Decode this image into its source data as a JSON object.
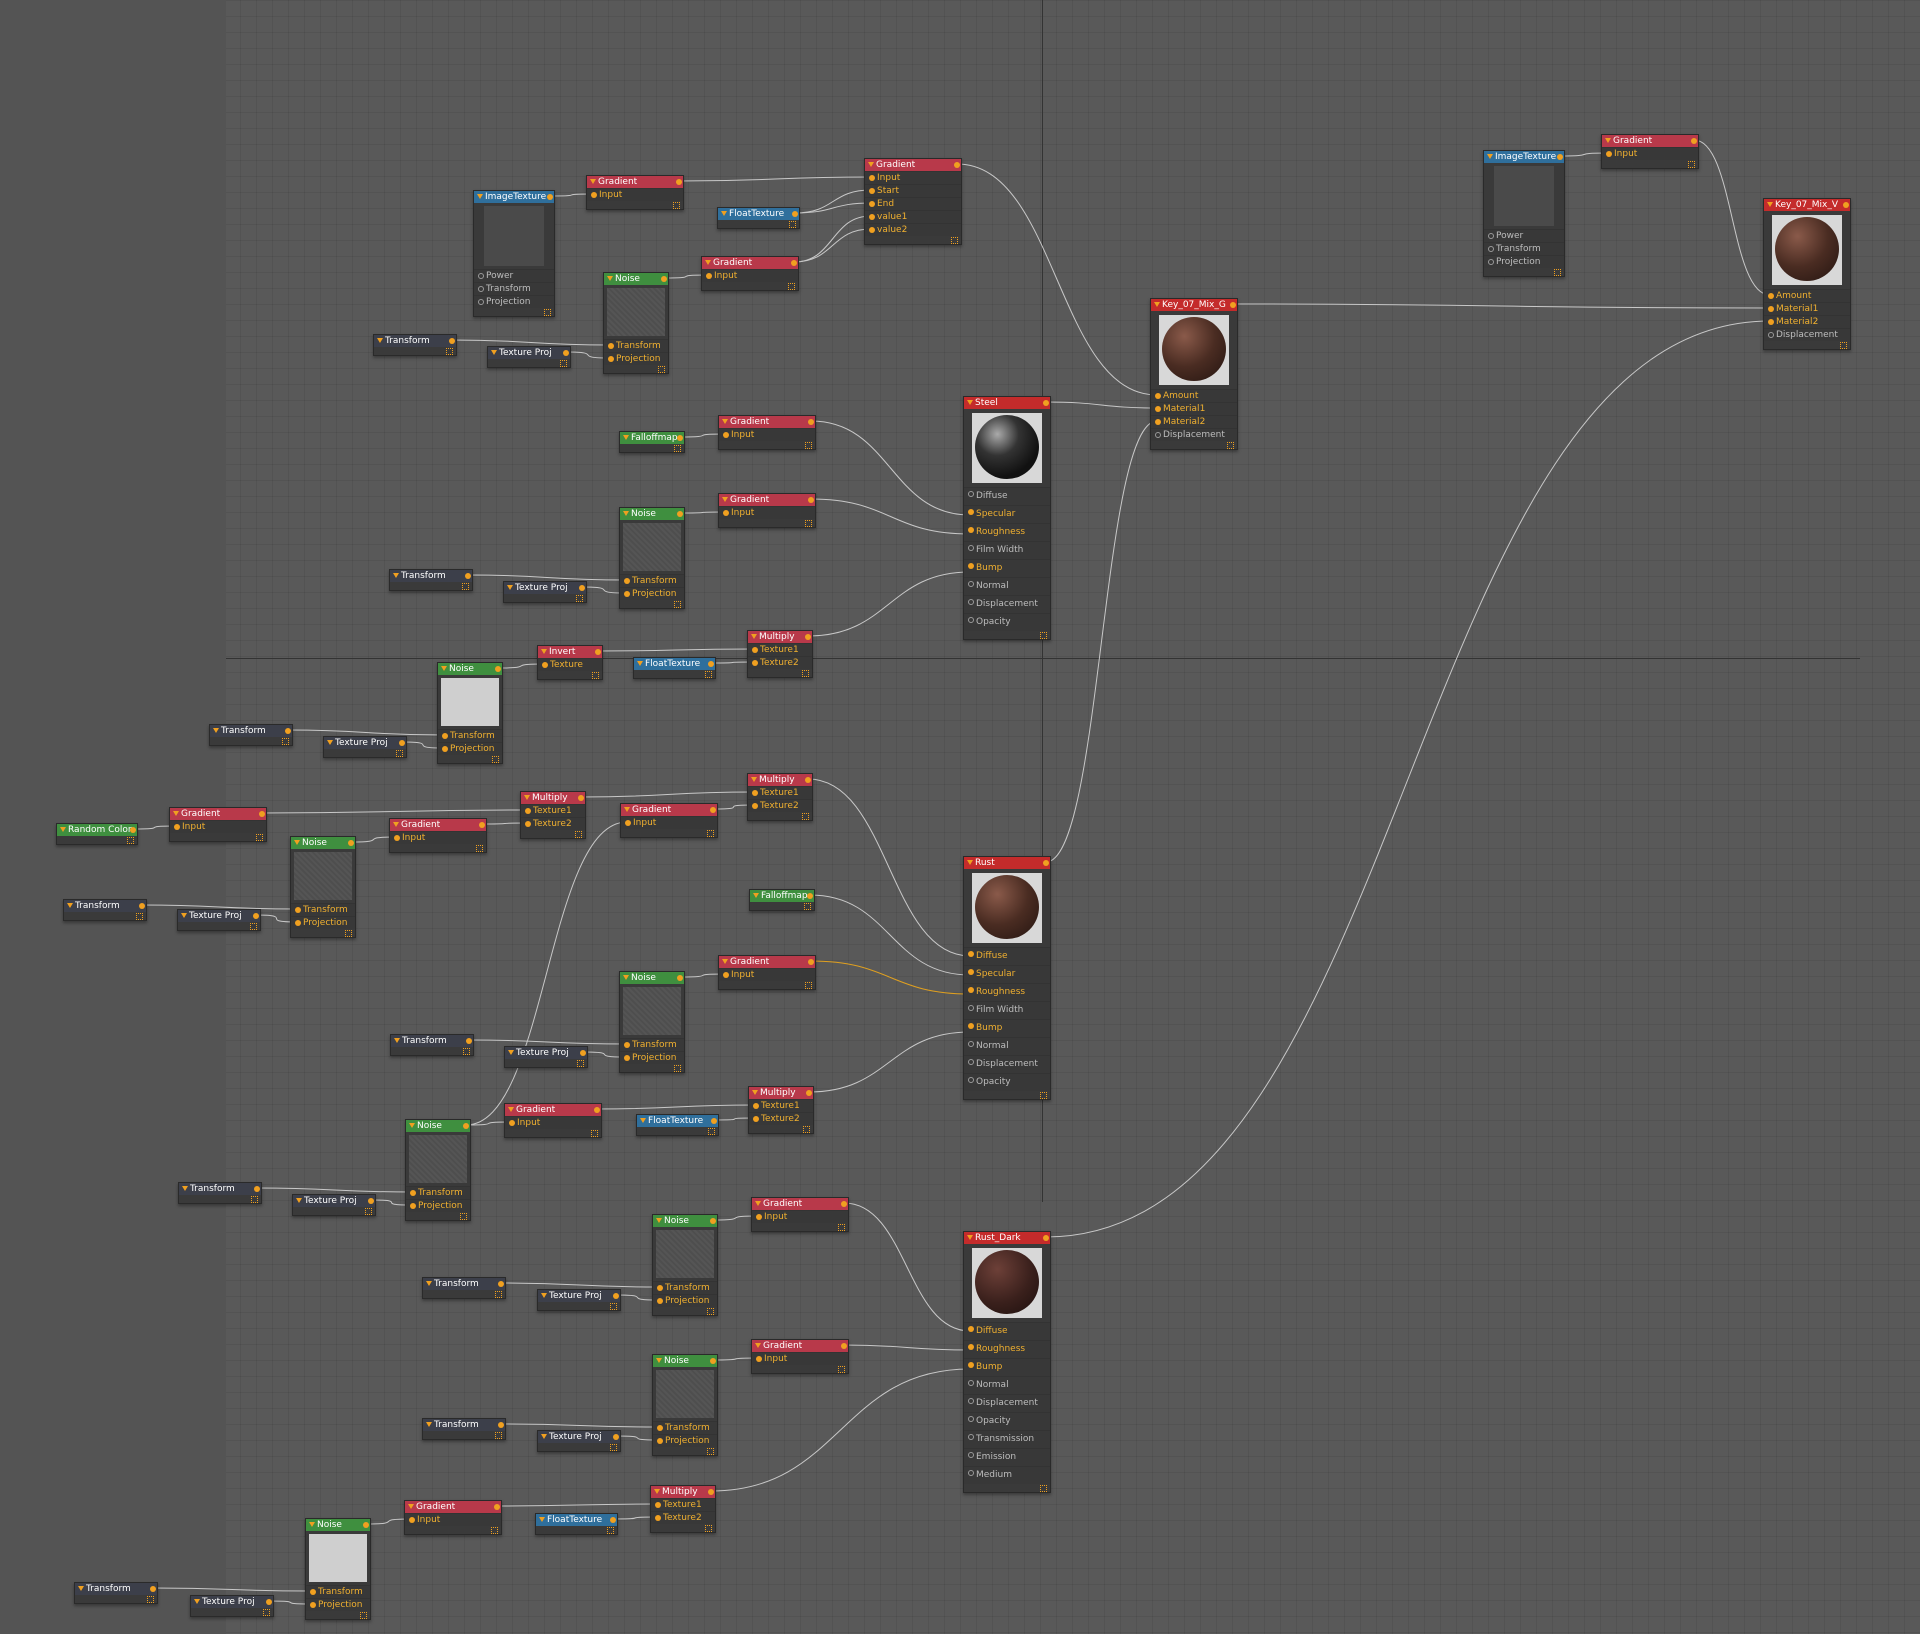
{
  "app": {
    "title": "Material Node Editor"
  },
  "nodes": [
    {
      "id": "imgtex1",
      "label": "ImageTexture",
      "color": "blue",
      "ports": [
        {
          "label": "Power",
          "off": true
        },
        {
          "label": "Transform",
          "off": true
        },
        {
          "label": "Projection",
          "off": true
        }
      ],
      "preview": "image"
    },
    {
      "id": "grad1",
      "label": "Gradient",
      "color": "red",
      "ports": [
        {
          "label": "Input"
        }
      ]
    },
    {
      "id": "floattex1",
      "label": "FloatTexture",
      "color": "blue",
      "ports": []
    },
    {
      "id": "grad2",
      "label": "Gradient",
      "color": "red",
      "ports": [
        {
          "label": "Input"
        },
        {
          "label": "Start"
        },
        {
          "label": "End"
        },
        {
          "label": "value1"
        },
        {
          "label": "value2"
        }
      ]
    },
    {
      "id": "grad3",
      "label": "Gradient",
      "color": "red",
      "ports": [
        {
          "label": "Input"
        }
      ]
    },
    {
      "id": "noise1",
      "label": "Noise",
      "color": "green",
      "ports": [
        {
          "label": "Transform"
        },
        {
          "label": "Projection"
        }
      ],
      "preview": "noise"
    },
    {
      "id": "transform1",
      "label": "Transform",
      "color": "dark",
      "ports": []
    },
    {
      "id": "texproj1",
      "label": "Texture Proj",
      "color": "dark",
      "ports": []
    },
    {
      "id": "falloff1",
      "label": "Falloffmap",
      "color": "green",
      "ports": []
    },
    {
      "id": "grad4",
      "label": "Gradient",
      "color": "red",
      "ports": [
        {
          "label": "Input"
        }
      ]
    },
    {
      "id": "grad5",
      "label": "Gradient",
      "color": "red",
      "ports": [
        {
          "label": "Input"
        }
      ]
    },
    {
      "id": "noise2",
      "label": "Noise",
      "color": "green",
      "ports": [
        {
          "label": "Transform"
        },
        {
          "label": "Projection"
        }
      ],
      "preview": "noise"
    },
    {
      "id": "transform2",
      "label": "Transform",
      "color": "dark",
      "ports": []
    },
    {
      "id": "texproj2",
      "label": "Texture Proj",
      "color": "dark",
      "ports": []
    },
    {
      "id": "steel",
      "label": "Steel",
      "color": "mat",
      "sphere": "steel",
      "ports": [
        {
          "label": "Diffuse",
          "off": true
        },
        {
          "label": "Specular"
        },
        {
          "label": "Roughness"
        },
        {
          "label": "Film Width",
          "off": true
        },
        {
          "label": "Bump"
        },
        {
          "label": "Normal",
          "off": true
        },
        {
          "label": "Displacement",
          "off": true
        },
        {
          "label": "Opacity",
          "off": true
        }
      ]
    },
    {
      "id": "mult1",
      "label": "Multiply",
      "color": "red",
      "ports": [
        {
          "label": "Texture1"
        },
        {
          "label": "Texture2"
        }
      ]
    },
    {
      "id": "invert1",
      "label": "Invert",
      "color": "red",
      "ports": [
        {
          "label": "Texture"
        }
      ]
    },
    {
      "id": "floattex2",
      "label": "FloatTexture",
      "color": "blue",
      "ports": []
    },
    {
      "id": "noise3",
      "label": "Noise",
      "color": "green",
      "ports": [
        {
          "label": "Transform"
        },
        {
          "label": "Projection"
        }
      ],
      "preview": "white"
    },
    {
      "id": "transform3",
      "label": "Transform",
      "color": "dark",
      "ports": []
    },
    {
      "id": "texproj3",
      "label": "Texture Proj",
      "color": "dark",
      "ports": []
    },
    {
      "id": "mixg",
      "label": "Key_07_Mix_G",
      "color": "mat",
      "sphere": "rust",
      "ports": [
        {
          "label": "Amount"
        },
        {
          "label": "Material1"
        },
        {
          "label": "Material2"
        },
        {
          "label": "Displacement",
          "off": true
        }
      ]
    },
    {
      "id": "imgtex2",
      "label": "ImageTexture",
      "color": "blue",
      "ports": [
        {
          "label": "Power",
          "off": true
        },
        {
          "label": "Transform",
          "off": true
        },
        {
          "label": "Projection",
          "off": true
        }
      ],
      "preview": "image"
    },
    {
      "id": "grad6",
      "label": "Gradient",
      "color": "red",
      "ports": [
        {
          "label": "Input"
        }
      ]
    },
    {
      "id": "mixv",
      "label": "Key_07_Mix_V",
      "color": "mat",
      "sphere": "rust",
      "ports": [
        {
          "label": "Amount"
        },
        {
          "label": "Material1"
        },
        {
          "label": "Material2"
        },
        {
          "label": "Displacement",
          "off": true
        }
      ]
    },
    {
      "id": "randcol",
      "label": "Random Color",
      "color": "green",
      "ports": []
    },
    {
      "id": "grad7",
      "label": "Gradient",
      "color": "red",
      "ports": [
        {
          "label": "Input"
        }
      ]
    },
    {
      "id": "noise4",
      "label": "Noise",
      "color": "green",
      "ports": [
        {
          "label": "Transform"
        },
        {
          "label": "Projection"
        }
      ],
      "preview": "noise"
    },
    {
      "id": "transform4",
      "label": "Transform",
      "color": "dark",
      "ports": []
    },
    {
      "id": "texproj4",
      "label": "Texture Proj",
      "color": "dark",
      "ports": []
    },
    {
      "id": "grad8",
      "label": "Gradient",
      "color": "red",
      "ports": [
        {
          "label": "Input"
        }
      ]
    },
    {
      "id": "mult2",
      "label": "Multiply",
      "color": "red",
      "ports": [
        {
          "label": "Texture1"
        },
        {
          "label": "Texture2"
        }
      ]
    },
    {
      "id": "grad9",
      "label": "Gradient",
      "color": "red",
      "ports": [
        {
          "label": "Input"
        }
      ]
    },
    {
      "id": "mult3",
      "label": "Multiply",
      "color": "red",
      "ports": [
        {
          "label": "Texture1"
        },
        {
          "label": "Texture2"
        }
      ]
    },
    {
      "id": "falloff2",
      "label": "Falloffmap",
      "color": "green",
      "ports": []
    },
    {
      "id": "rust",
      "label": "Rust",
      "color": "mat",
      "sphere": "rust",
      "ports": [
        {
          "label": "Diffuse"
        },
        {
          "label": "Specular"
        },
        {
          "label": "Roughness"
        },
        {
          "label": "Film Width",
          "off": true
        },
        {
          "label": "Bump"
        },
        {
          "label": "Normal",
          "off": true
        },
        {
          "label": "Displacement",
          "off": true
        },
        {
          "label": "Opacity",
          "off": true
        }
      ]
    },
    {
      "id": "grad10",
      "label": "Gradient",
      "color": "red",
      "ports": [
        {
          "label": "Input"
        }
      ]
    },
    {
      "id": "noise5",
      "label": "Noise",
      "color": "green",
      "ports": [
        {
          "label": "Transform"
        },
        {
          "label": "Projection"
        }
      ],
      "preview": "noise"
    },
    {
      "id": "transform5",
      "label": "Transform",
      "color": "dark",
      "ports": []
    },
    {
      "id": "texproj5",
      "label": "Texture Proj",
      "color": "dark",
      "ports": []
    },
    {
      "id": "grad11",
      "label": "Gradient",
      "color": "red",
      "ports": [
        {
          "label": "Input"
        }
      ]
    },
    {
      "id": "floattex3",
      "label": "FloatTexture",
      "color": "blue",
      "ports": []
    },
    {
      "id": "mult4",
      "label": "Multiply",
      "color": "red",
      "ports": [
        {
          "label": "Texture1"
        },
        {
          "label": "Texture2"
        }
      ]
    },
    {
      "id": "noise6",
      "label": "Noise",
      "color": "green",
      "ports": [
        {
          "label": "Transform"
        },
        {
          "label": "Projection"
        }
      ],
      "preview": "noise"
    },
    {
      "id": "transform6",
      "label": "Transform",
      "color": "dark",
      "ports": []
    },
    {
      "id": "texproj6",
      "label": "Texture Proj",
      "color": "dark",
      "ports": []
    },
    {
      "id": "noise7",
      "label": "Noise",
      "color": "green",
      "ports": [
        {
          "label": "Transform"
        },
        {
          "label": "Projection"
        }
      ],
      "preview": "noise"
    },
    {
      "id": "grad12",
      "label": "Gradient",
      "color": "red",
      "ports": [
        {
          "label": "Input"
        }
      ]
    },
    {
      "id": "transform7",
      "label": "Transform",
      "color": "dark",
      "ports": []
    },
    {
      "id": "texproj7",
      "label": "Texture Proj",
      "color": "dark",
      "ports": []
    },
    {
      "id": "rustdark",
      "label": "Rust_Dark",
      "color": "mat",
      "sphere": "dark",
      "ports": [
        {
          "label": "Diffuse"
        },
        {
          "label": "Roughness"
        },
        {
          "label": "Bump"
        },
        {
          "label": "Normal",
          "off": true
        },
        {
          "label": "Displacement",
          "off": true
        },
        {
          "label": "Opacity",
          "off": true
        },
        {
          "label": "Transmission",
          "off": true
        },
        {
          "label": "Emission",
          "off": true
        },
        {
          "label": "Medium",
          "off": true
        }
      ]
    },
    {
      "id": "noise8",
      "label": "Noise",
      "color": "green",
      "ports": [
        {
          "label": "Transform"
        },
        {
          "label": "Projection"
        }
      ],
      "preview": "noise"
    },
    {
      "id": "grad13",
      "label": "Gradient",
      "color": "red",
      "ports": [
        {
          "label": "Input"
        }
      ]
    },
    {
      "id": "transform8",
      "label": "Transform",
      "color": "dark",
      "ports": []
    },
    {
      "id": "texproj8",
      "label": "Texture Proj",
      "color": "dark",
      "ports": []
    },
    {
      "id": "mult5",
      "label": "Multiply",
      "color": "red",
      "ports": [
        {
          "label": "Texture1"
        },
        {
          "label": "Texture2"
        }
      ]
    },
    {
      "id": "grad14",
      "label": "Gradient",
      "color": "red",
      "ports": [
        {
          "label": "Input"
        }
      ]
    },
    {
      "id": "floattex4",
      "label": "FloatTexture",
      "color": "blue",
      "ports": []
    },
    {
      "id": "noise9",
      "label": "Noise",
      "color": "green",
      "ports": [
        {
          "label": "Transform"
        },
        {
          "label": "Projection"
        }
      ],
      "preview": "white"
    },
    {
      "id": "transform9",
      "label": "Transform",
      "color": "dark",
      "ports": []
    },
    {
      "id": "texproj9",
      "label": "Texture Proj",
      "color": "dark",
      "ports": []
    }
  ],
  "connections": [
    [
      "imgtex1",
      "grad1",
      0
    ],
    [
      "grad1",
      "grad2",
      0
    ],
    [
      "floattex1",
      "grad2",
      1
    ],
    [
      "floattex1",
      "grad2",
      2
    ],
    [
      "grad3",
      "grad2",
      3
    ],
    [
      "grad3",
      "grad2",
      4
    ],
    [
      "noise1",
      "grad3",
      0
    ],
    [
      "transform1",
      "noise1",
      0
    ],
    [
      "texproj1",
      "noise1",
      1
    ],
    [
      "grad2",
      "mixg",
      0
    ],
    [
      "steel",
      "mixg",
      1
    ],
    [
      "rust",
      "mixg",
      2
    ],
    [
      "mixg",
      "mixv",
      1
    ],
    [
      "grad6",
      "mixv",
      0
    ],
    [
      "imgtex2",
      "grad6",
      0
    ],
    [
      "rustdark",
      "mixv",
      2
    ],
    [
      "falloff1",
      "grad4",
      0
    ],
    [
      "grad4",
      "steel",
      1
    ],
    [
      "noise2",
      "grad5",
      0
    ],
    [
      "grad5",
      "steel",
      2
    ],
    [
      "transform2",
      "noise2",
      0
    ],
    [
      "texproj2",
      "noise2",
      1
    ],
    [
      "mult1",
      "steel",
      4
    ],
    [
      "invert1",
      "mult1",
      0
    ],
    [
      "floattex2",
      "mult1",
      1
    ],
    [
      "noise3",
      "invert1",
      0
    ],
    [
      "transform3",
      "noise3",
      0
    ],
    [
      "texproj3",
      "noise3",
      1
    ],
    [
      "randcol",
      "grad7",
      0
    ],
    [
      "grad7",
      "mult2",
      0
    ],
    [
      "grad8",
      "mult2",
      1
    ],
    [
      "noise4",
      "grad8",
      0
    ],
    [
      "transform4",
      "noise4",
      0
    ],
    [
      "texproj4",
      "noise4",
      1
    ],
    [
      "mult2",
      "mult3",
      0
    ],
    [
      "grad9",
      "mult3",
      1
    ],
    [
      "noise6",
      "grad9",
      0
    ],
    [
      "mult3",
      "rust",
      0
    ],
    [
      "falloff2",
      "rust",
      1
    ],
    [
      "grad10",
      "rust",
      2
    ],
    [
      "noise5",
      "grad10",
      0
    ],
    [
      "transform5",
      "noise5",
      0
    ],
    [
      "texproj5",
      "noise5",
      1
    ],
    [
      "mult4",
      "rust",
      4
    ],
    [
      "grad11",
      "mult4",
      0
    ],
    [
      "floattex3",
      "mult4",
      1
    ],
    [
      "noise6",
      "grad11",
      0
    ],
    [
      "transform6",
      "noise6",
      0
    ],
    [
      "texproj6",
      "noise6",
      1
    ],
    [
      "noise7",
      "grad12",
      0
    ],
    [
      "grad12",
      "rustdark",
      0
    ],
    [
      "transform7",
      "noise7",
      0
    ],
    [
      "texproj7",
      "noise7",
      1
    ],
    [
      "noise8",
      "grad13",
      0
    ],
    [
      "grad13",
      "rustdark",
      1
    ],
    [
      "transform8",
      "noise8",
      0
    ],
    [
      "texproj8",
      "noise8",
      1
    ],
    [
      "mult5",
      "rustdark",
      2
    ],
    [
      "grad14",
      "mult5",
      0
    ],
    [
      "floattex4",
      "mult5",
      1
    ],
    [
      "noise9",
      "grad14",
      0
    ],
    [
      "transform9",
      "noise9",
      0
    ],
    [
      "texproj9",
      "noise9",
      1
    ]
  ],
  "colors": {
    "wire": "#c8c8c8",
    "wire_active": "#e0a020",
    "port": "#f0a020",
    "canvas": "#595959"
  }
}
